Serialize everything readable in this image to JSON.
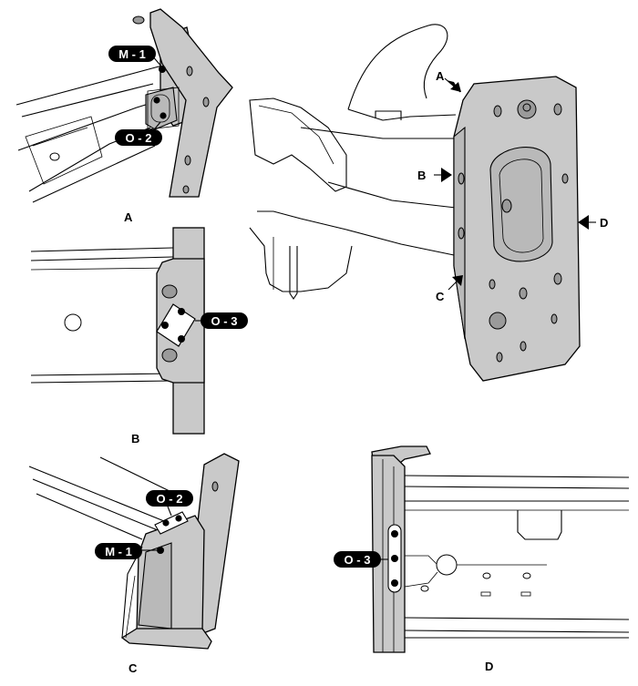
{
  "views": {
    "A": "A",
    "B": "B",
    "C": "C",
    "D": "D"
  },
  "main_arrows": {
    "A": "A",
    "B": "B",
    "C": "C",
    "D": "D"
  },
  "callouts": {
    "a_m1": "M - 1",
    "a_o2": "O - 2",
    "b_o3": "O - 3",
    "c_o2": "O - 2",
    "c_m1": "M - 1",
    "d_o3": "O - 3"
  }
}
